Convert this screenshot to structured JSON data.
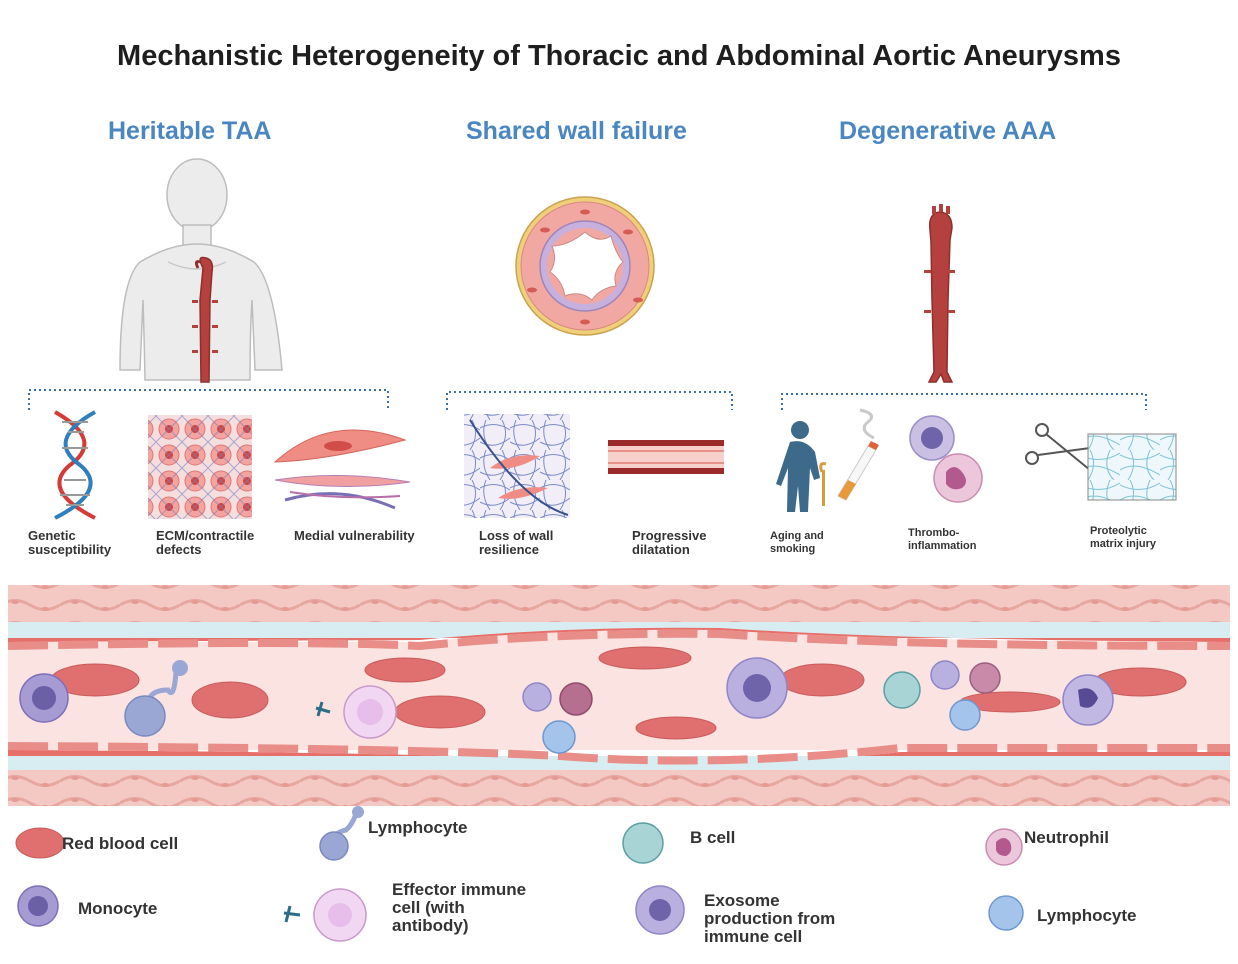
{
  "title": "Mechanistic Heterogeneity of Thoracic and Abdominal Aortic Aneurysms",
  "columns": {
    "left": "Heritable TAA",
    "middle": "Shared wall failure",
    "right": "Degenerative AAA"
  },
  "features": {
    "genetic": "Genetic\nsusceptibility",
    "ecm": "ECM/contractile\ndefects",
    "medial": "Medial vulnerability",
    "loss": "Loss of wall\nresilience",
    "progressive": "Progressive\ndilatation",
    "aging": "Aging and\nsmoking",
    "thrombo": "Thrombo-\ninflammation",
    "proteolytic": "Proteolytic\nmatrix injury"
  },
  "legend": {
    "rbc": "Red blood cell",
    "monocyte": "Monocyte",
    "lymphocyte_a": "Lymphocyte",
    "effector": "Effector immune\ncell (with\nantibody)",
    "bcell": "B cell",
    "exosome": "Exosome\nproduction from\nimmune cell",
    "neutrophil": "Neutrophil",
    "lymphocyte_b": "Lymphocyte"
  },
  "colors": {
    "heading_blue": "#4a86c0",
    "bracket_blue": "#3a6fa0",
    "aorta_red": "#b5413f",
    "rbc": "#e07070",
    "vessel_wall": "#f2c4c0",
    "lumen": "#fbe3e1"
  }
}
